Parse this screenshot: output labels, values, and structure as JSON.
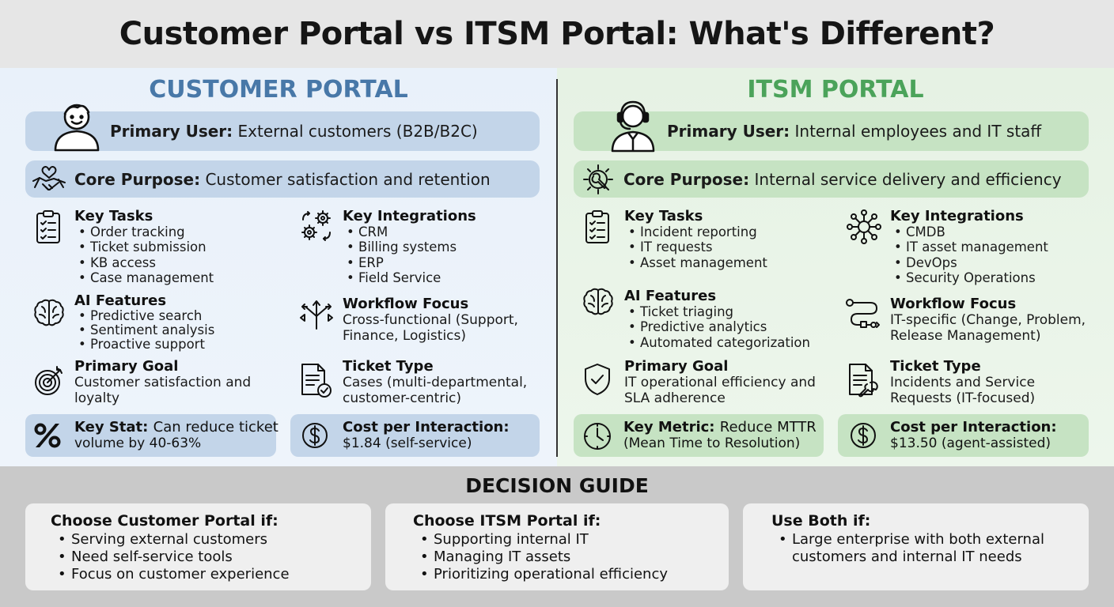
{
  "title": "Customer Portal vs ITSM Portal: What's Different?",
  "customer": {
    "heading": "CUSTOMER PORTAL",
    "primary_user": {
      "label": "Primary User:",
      "value": "External customers (B2B/B2C)"
    },
    "core_purpose": {
      "label": "Core Purpose:",
      "value": "Customer satisfaction and retention"
    },
    "key_tasks": {
      "heading": "Key Tasks",
      "items": [
        "Order tracking",
        "Ticket submission",
        "KB access",
        "Case management"
      ]
    },
    "key_integrations": {
      "heading": "Key Integrations",
      "items": [
        "CRM",
        "Billing systems",
        "ERP",
        "Field Service"
      ]
    },
    "ai_features": {
      "heading": "AI Features",
      "items": [
        "Predictive search",
        "Sentiment analysis",
        "Proactive support"
      ]
    },
    "workflow_focus": {
      "heading": "Workflow Focus",
      "lines": [
        "Cross-functional (Support,",
        "Finance, Logistics)"
      ]
    },
    "primary_goal": {
      "heading": "Primary Goal",
      "lines": [
        "Customer satisfaction and",
        "loyalty"
      ]
    },
    "ticket_type": {
      "heading": "Ticket Type",
      "lines": [
        "Cases (multi-departmental,",
        "customer-centric)"
      ]
    },
    "key_stat": {
      "label": "Key Stat:",
      "line1": "Can reduce ticket",
      "line2": "volume by 40-63%"
    },
    "cost": {
      "label": "Cost per Interaction:",
      "value": "$1.84 (self-service)"
    }
  },
  "itsm": {
    "heading": "ITSM PORTAL",
    "primary_user": {
      "label": "Primary User:",
      "value": "Internal employees and IT staff"
    },
    "core_purpose": {
      "label": "Core Purpose:",
      "value": "Internal service delivery and efficiency"
    },
    "key_tasks": {
      "heading": "Key Tasks",
      "items": [
        "Incident reporting",
        "IT requests",
        "Asset management"
      ]
    },
    "key_integrations": {
      "heading": "Key Integrations",
      "items": [
        "CMDB",
        "IT asset management",
        "DevOps",
        "Security Operations"
      ]
    },
    "ai_features": {
      "heading": "AI Features",
      "items": [
        "Ticket triaging",
        "Predictive analytics",
        "Automated categorization"
      ]
    },
    "workflow_focus": {
      "heading": "Workflow Focus",
      "lines": [
        "IT-specific (Change, Problem,",
        "Release Management)"
      ]
    },
    "primary_goal": {
      "heading": "Primary Goal",
      "lines": [
        "IT operational efficiency and",
        "SLA adherence"
      ]
    },
    "ticket_type": {
      "heading": "Ticket Type",
      "lines": [
        "Incidents and Service",
        "Requests (IT-focused)"
      ]
    },
    "key_metric": {
      "label": "Key Metric:",
      "line1": "Reduce MTTR",
      "line2": "(Mean Time to Resolution)"
    },
    "cost": {
      "label": "Cost per Interaction:",
      "value": "$13.50 (agent-assisted)"
    }
  },
  "decision_guide": {
    "heading": "DECISION GUIDE",
    "cards": [
      {
        "heading": "Choose Customer Portal if:",
        "items": [
          "Serving external customers",
          "Need self-service tools",
          "Focus on customer experience"
        ]
      },
      {
        "heading": "Choose ITSM Portal if:",
        "items": [
          "Supporting internal IT",
          "Managing IT assets",
          "Prioritizing operational efficiency"
        ]
      },
      {
        "heading": "Use Both if:",
        "items": [
          "Large enterprise with both external",
          "customers and internal IT needs"
        ]
      }
    ]
  },
  "colors": {
    "customer_accent": "#4878a8",
    "itsm_accent": "#4ba35a"
  }
}
